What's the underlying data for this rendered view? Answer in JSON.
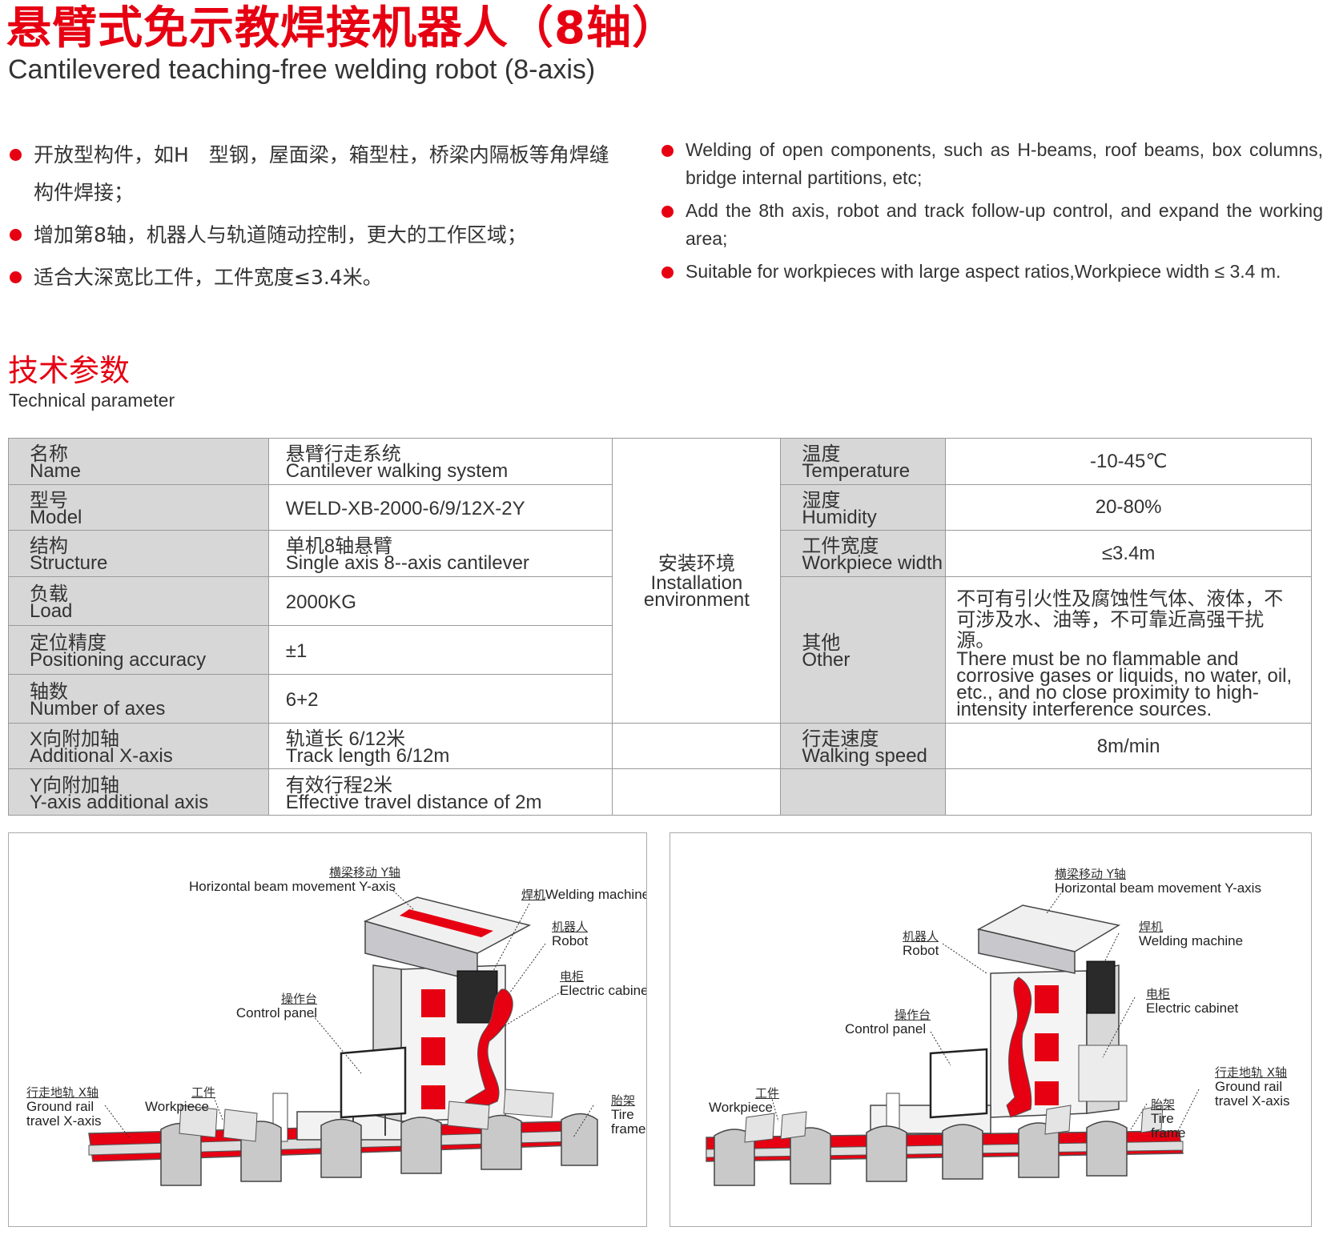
{
  "header": {
    "title_cn": "悬臂式免示教焊接机器人（8轴）",
    "title_en": "Cantilevered teaching-free welding robot (8-axis)"
  },
  "features_cn": [
    "开放型构件，如H　型钢，屋面梁，箱型柱，桥梁内隔板等角焊缝构件焊接；",
    "增加第8轴，机器人与轨道随动控制，更大的工作区域；",
    "适合大深宽比工件，工件宽度≤3.4米。"
  ],
  "features_en": [
    "Welding of open components, such as H-beams, roof beams, box columns, bridge internal partitions, etc;",
    "Add the 8th axis, robot and track follow-up control, and expand the working area;",
    "Suitable for workpieces with large aspect ratios,Workpiece width ≤ 3.4 m."
  ],
  "section": {
    "title_cn": "技术参数",
    "title_en": "Technical parameter"
  },
  "params": {
    "rows": [
      {
        "label_cn": "名称",
        "label_en": "Name",
        "value_cn": "悬臂行走系统",
        "value_en": "Cantilever walking system"
      },
      {
        "label_cn": "型号",
        "label_en": "Model",
        "value_cn": "",
        "value_en": "WELD-XB-2000-6/9/12X-2Y"
      },
      {
        "label_cn": "结构",
        "label_en": "Structure",
        "value_cn": "单机8轴悬臂",
        "value_en": "Single axis 8--axis cantilever"
      },
      {
        "label_cn": "负载",
        "label_en": "Load",
        "value_cn": "",
        "value_en": "2000KG"
      },
      {
        "label_cn": "定位精度",
        "label_en": "Positioning accuracy",
        "value_cn": "",
        "value_en": "±1"
      },
      {
        "label_cn": "轴数",
        "label_en": "Number of axes",
        "value_cn": "",
        "value_en": "6+2"
      },
      {
        "label_cn": "X向附加轴",
        "label_en": "Additional X-axis",
        "value_cn": "轨道长 6/12米",
        "value_en": "Track length 6/12m"
      },
      {
        "label_cn": "Y向附加轴",
        "label_en": "Y-axis additional axis",
        "value_cn": "有效行程2米",
        "value_en": "Effective travel distance of 2m"
      }
    ],
    "install_env_cn": "安装环境",
    "install_env_en_1": "Installation",
    "install_env_en_2": "environment",
    "env": [
      {
        "label_cn": "温度",
        "label_en": "Temperature",
        "value": "-10-45℃"
      },
      {
        "label_cn": "湿度",
        "label_en": "Humidity",
        "value": "20-80%"
      },
      {
        "label_cn": "工件宽度",
        "label_en": "Workpiece width",
        "value": "≤3.4m"
      }
    ],
    "other": {
      "label_cn": "其他",
      "label_en": "Other",
      "value_cn": "不可有引火性及腐蚀性气体、液体，不可涉及水、油等，不可靠近高强干扰源。",
      "value_en": "There must be no flammable and corrosive gases or liquids, no water, oil, etc., and no close proximity to high-intensity interference sources."
    },
    "speed": {
      "label_cn": "行走速度",
      "label_en": "Walking speed",
      "value": "8m/min"
    }
  },
  "diagram_left": {
    "beam_cn": "横梁移动 Y轴",
    "beam_en": "Horizontal beam movement Y-axis",
    "welder_cn": "焊机",
    "welder_en": "Welding machine",
    "robot_cn": "机器人",
    "robot_en": "Robot",
    "cabinet_cn": "电柜",
    "cabinet_en": "Electric cabinet",
    "panel_cn": "操作台",
    "panel_en": "Control panel",
    "workpiece_cn": "工件",
    "workpiece_en": "Workpiece",
    "rail_cn": "行走地轨 X轴",
    "rail_en_1": "Ground rail",
    "rail_en_2": "travel X-axis",
    "tire_cn": "胎架",
    "tire_en_1": "Tire",
    "tire_en_2": "frame"
  },
  "diagram_right": {
    "beam_cn": "横梁移动 Y轴",
    "beam_en": "Horizontal beam movement Y-axis",
    "robot_cn": "机器人",
    "robot_en": "Robot",
    "welder_cn": "焊机",
    "welder_en": "Welding machine",
    "cabinet_cn": "电柜",
    "cabinet_en": "Electric cabinet",
    "panel_cn": "操作台",
    "panel_en": "Control panel",
    "workpiece_cn": "工件",
    "workpiece_en": "Workpiece",
    "tire_cn": "胎架",
    "tire_en_1": "Tire",
    "tire_en_2": "frame",
    "rail_cn": "行走地轨 X轴",
    "rail_en_1": "Ground rail",
    "rail_en_2": "travel X-axis"
  },
  "colors": {
    "accent": "#e60012",
    "label_bg": "#d7d7d7",
    "border": "#9a9a9a"
  }
}
